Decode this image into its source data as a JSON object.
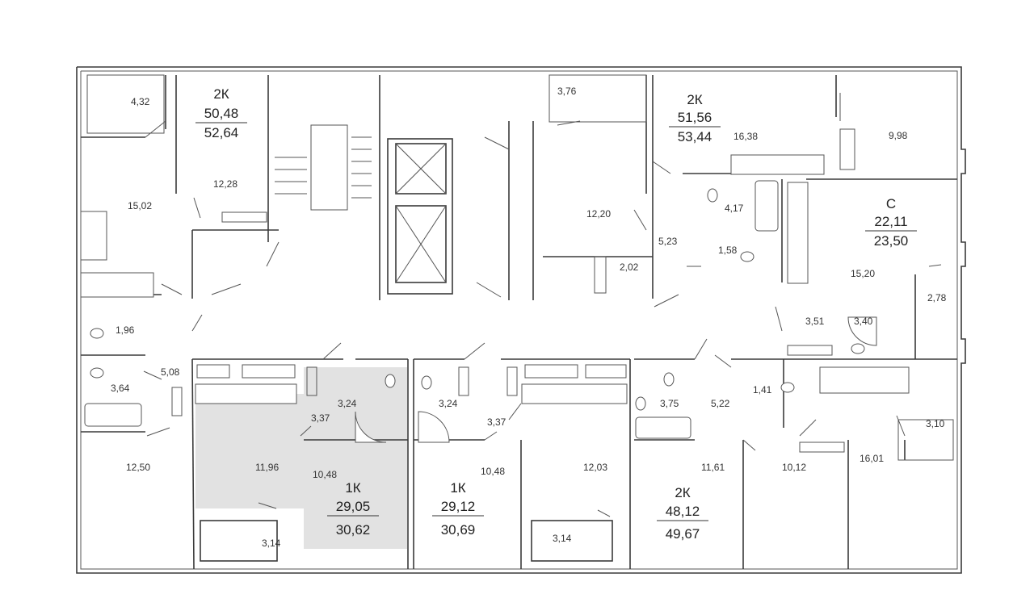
{
  "apartments": [
    {
      "type": "2К",
      "living": "50,48",
      "total": "52,64"
    },
    {
      "type": "2К",
      "living": "51,56",
      "total": "53,44"
    },
    {
      "type": "С",
      "living": "22,11",
      "total": "23,50"
    },
    {
      "type": "1К",
      "living": "29,05",
      "total": "30,62"
    },
    {
      "type": "1К",
      "living": "29,12",
      "total": "30,69"
    },
    {
      "type": "2К",
      "living": "48,12",
      "total": "49,67"
    }
  ],
  "rooms": [
    "4,32",
    "12,28",
    "15,02",
    "1,96",
    "3,64",
    "5,08",
    "12,50",
    "11,96",
    "3,37",
    "3,24",
    "10,48",
    "3,14",
    "3,24",
    "3,37",
    "10,48",
    "12,03",
    "3,14",
    "3,76",
    "12,20",
    "2,02",
    "5,23",
    "16,38",
    "9,98",
    "4,17",
    "1,58",
    "15,20",
    "3,51",
    "3,40",
    "2,78",
    "3,75",
    "5,22",
    "1,41",
    "11,61",
    "10,12",
    "16,01",
    "3,10"
  ],
  "highlight_color": "#e2e2e2"
}
